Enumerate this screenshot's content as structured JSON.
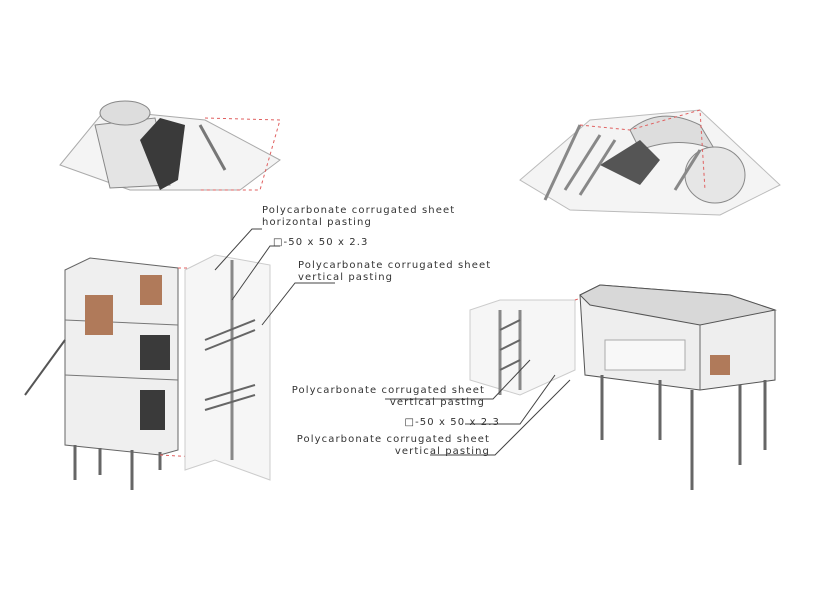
{
  "left_labels": {
    "horizontal_sheet": [
      "Polycarbonate corrugated sheet",
      "horizontal pasting"
    ],
    "steel_section": "□-50 x 50 x 2.3",
    "vertical_sheet": [
      "Polycarbonate corrugated sheet",
      "vertical pasting"
    ]
  },
  "right_labels": {
    "vertical_sheet_1": [
      "Polycarbonate corrugated sheet",
      "vertical pasting"
    ],
    "steel_section": "□-50 x 50 x 2.3",
    "vertical_sheet_2": [
      "Polycarbonate corrugated sheet",
      "vertical pasting"
    ]
  },
  "colors": {
    "line": "#555555",
    "dash": "#e06060",
    "panel": "#efefef",
    "wood": "#b07a5a",
    "dark": "#3a3a3a"
  }
}
